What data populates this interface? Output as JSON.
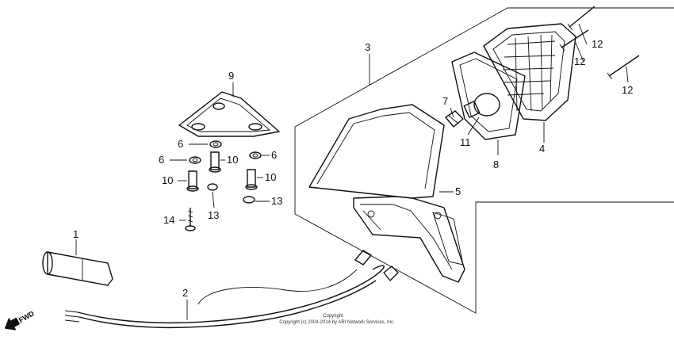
{
  "callouts": {
    "p1": "1",
    "p2": "2",
    "p3": "3",
    "p4": "4",
    "p5": "5",
    "p6a": "6",
    "p6b": "6",
    "p6c": "6",
    "p7": "7",
    "p8": "8",
    "p9": "9",
    "p10a": "10",
    "p10b": "10",
    "p10c": "10",
    "p11": "11",
    "p12a": "12",
    "p12b": "12",
    "p12c": "12",
    "p13a": "13",
    "p13b": "13",
    "p14": "14"
  },
  "copyright": {
    "line1": "Copyright",
    "line2": "Copyright (c) 2004-2014 by ARI Network Services, Inc."
  },
  "direction_label": "FWD"
}
